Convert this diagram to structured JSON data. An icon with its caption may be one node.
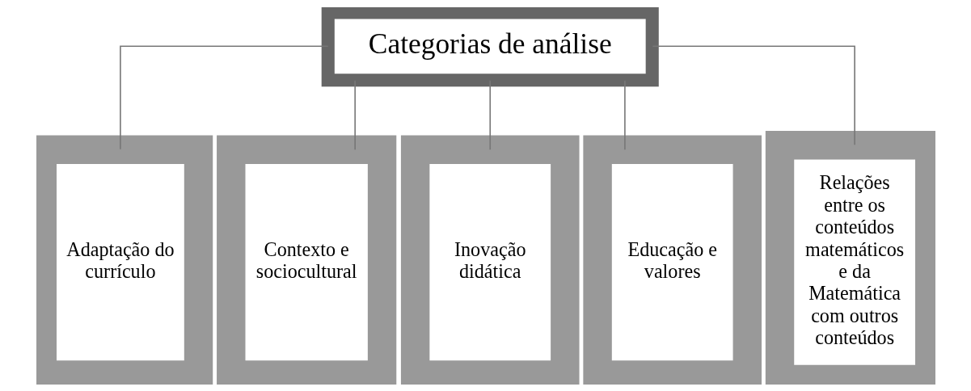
{
  "diagram": {
    "nodes": [
      {
        "text": [
          "Categorias de análise"
        ]
      },
      {
        "text": [
          "Adaptação do currículo"
        ]
      },
      {
        "text": [
          "Contexto e sociocultural"
        ]
      },
      {
        "text": [
          "Inovação didática"
        ]
      },
      {
        "text": [
          "Educação e valores"
        ]
      },
      {
        "text": [
          "Relações entre os conteúdos matemáticos e da Matemática com outros conteúdos"
        ]
      }
    ],
    "edges": [
      {
        "from": 0,
        "to": 1,
        "arrow": "none"
      },
      {
        "from": 0,
        "to": 2,
        "arrow": "none"
      },
      {
        "from": 0,
        "to": 3,
        "arrow": "none"
      },
      {
        "from": 0,
        "to": 4,
        "arrow": "none"
      },
      {
        "from": 0,
        "to": 5,
        "arrow": "none"
      }
    ]
  }
}
